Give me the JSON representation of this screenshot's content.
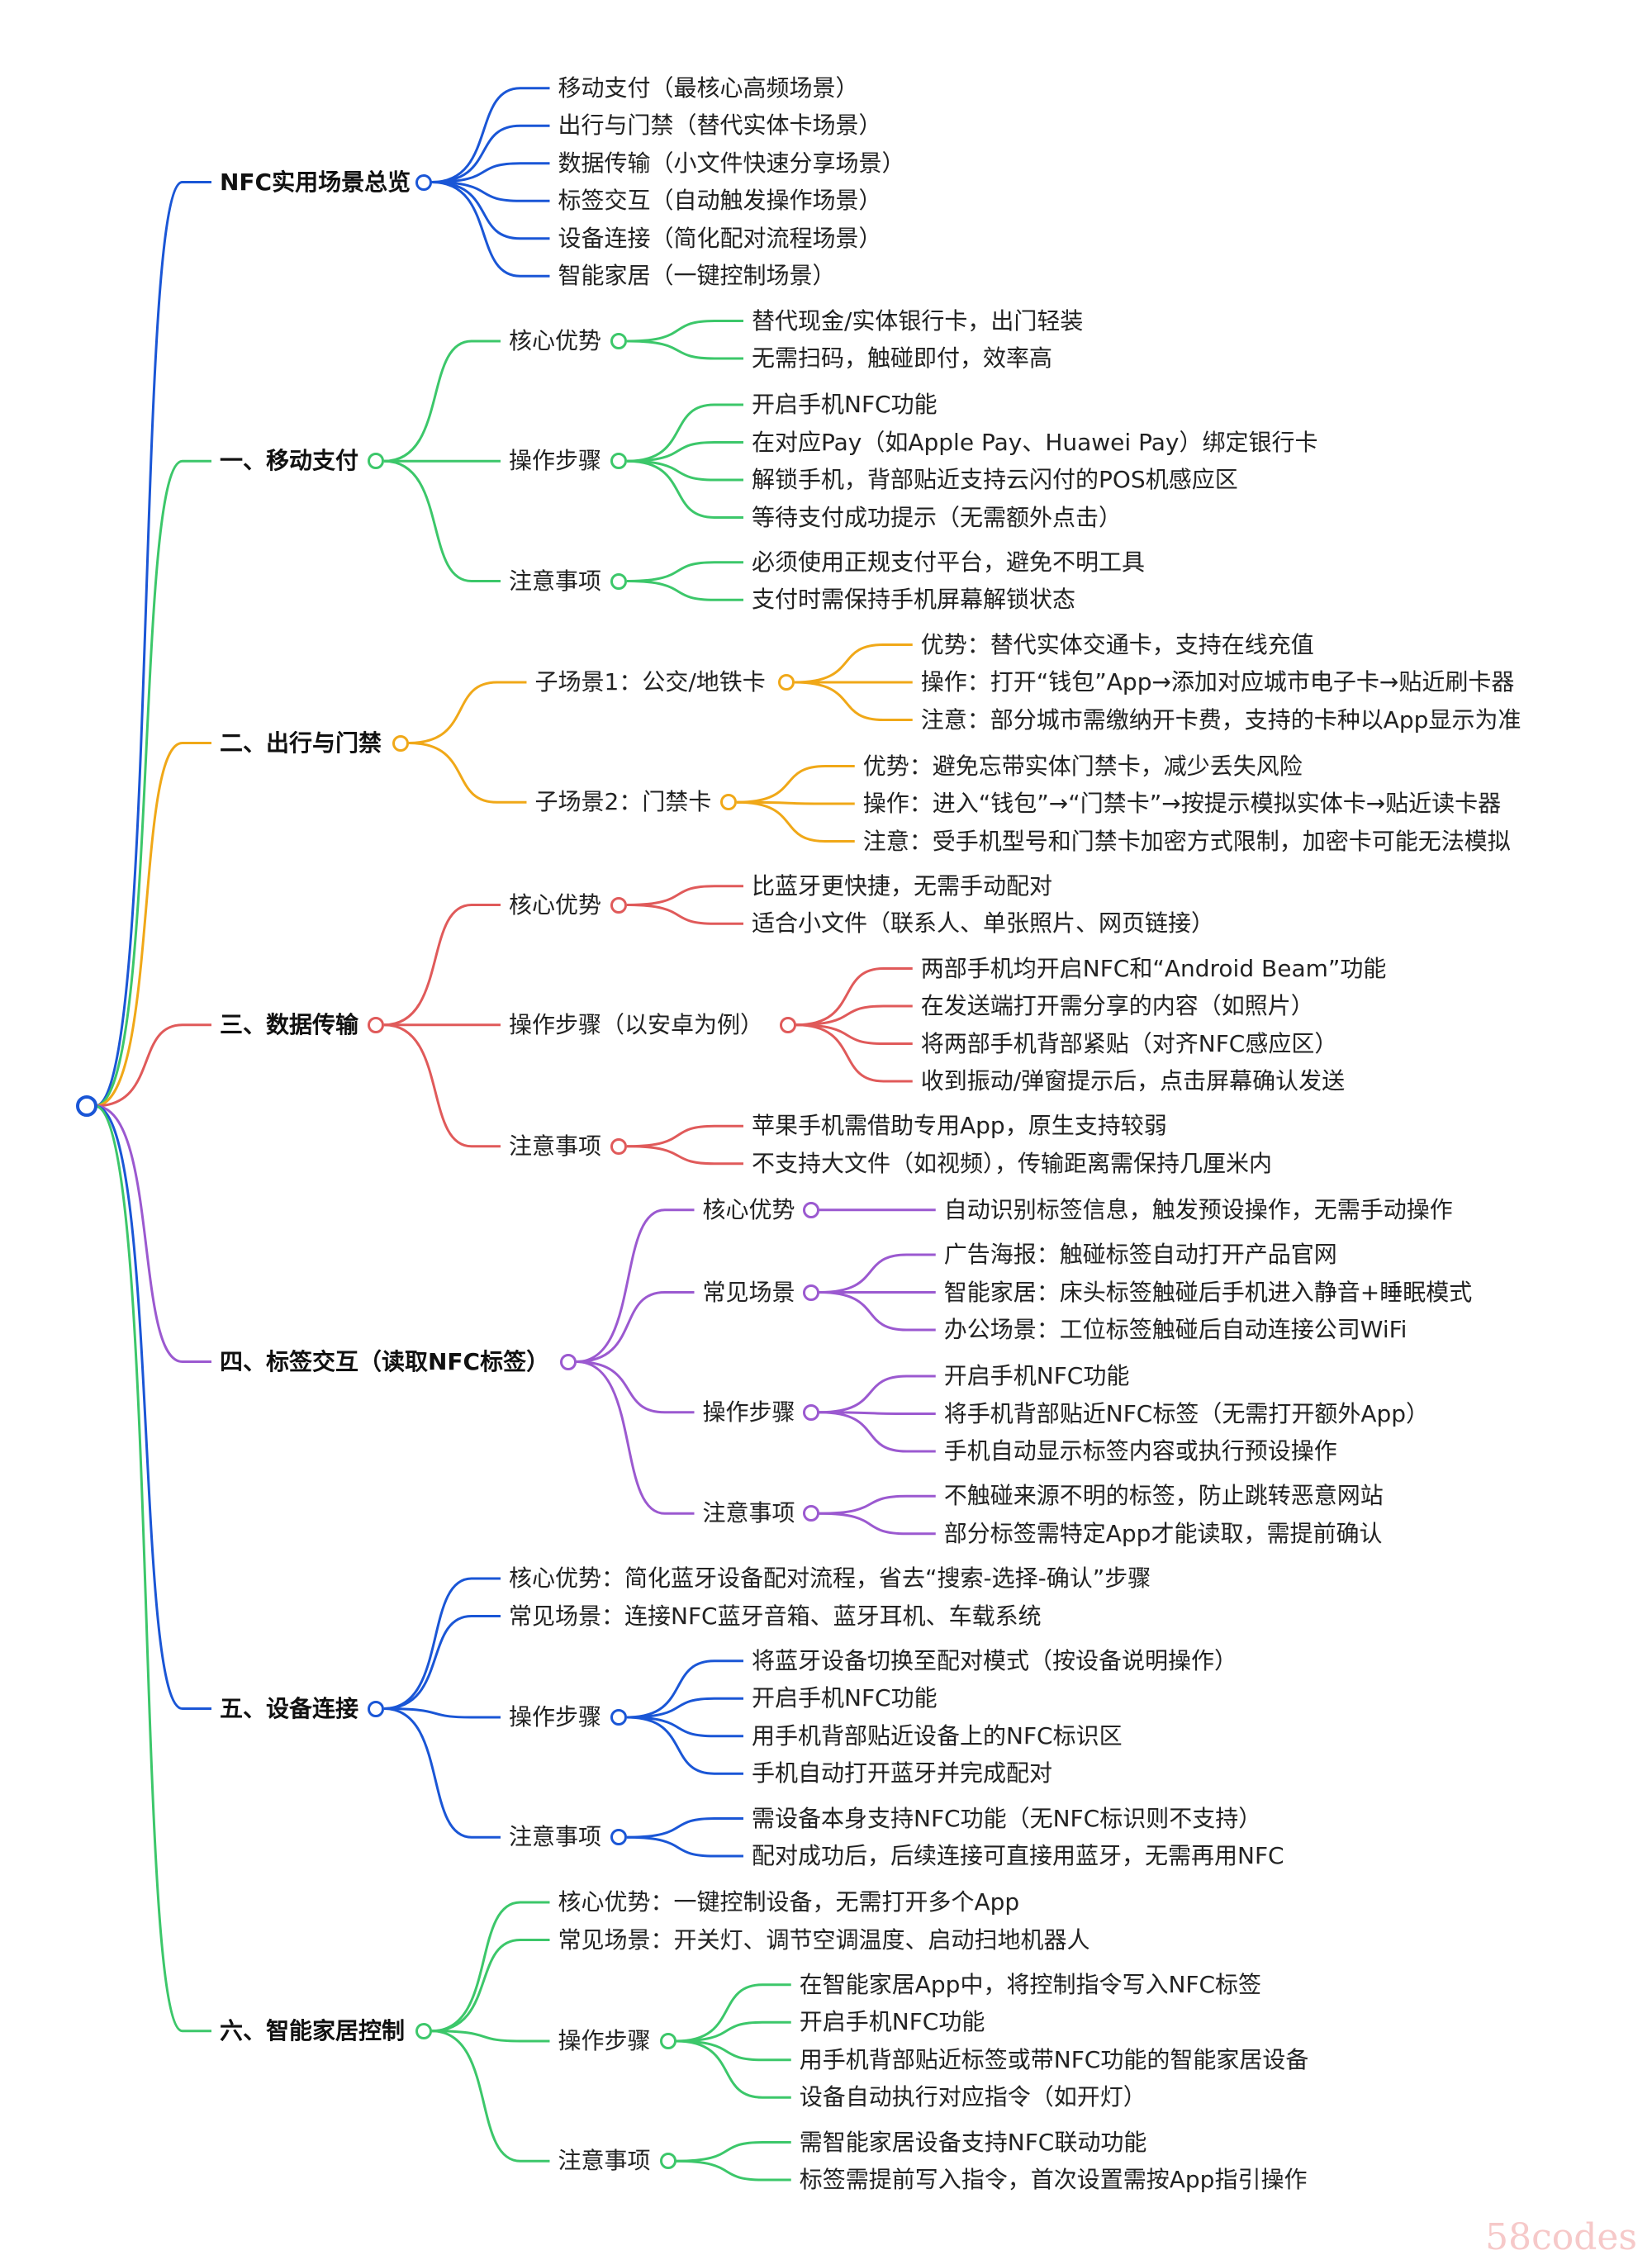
{
  "branches": [
    {
      "label": "NFC实用场景总览",
      "color": "#1a56d6",
      "children": [
        {
          "label": "移动支付（最核心高频场景）"
        },
        {
          "label": "出行与门禁（替代实体卡场景）"
        },
        {
          "label": "数据传输（小文件快速分享场景）"
        },
        {
          "label": "标签交互（自动触发操作场景）"
        },
        {
          "label": "设备连接（简化配对流程场景）"
        },
        {
          "label": "智能家居（一键控制场景）"
        }
      ]
    },
    {
      "label": "一、移动支付",
      "color": "#3cc76a",
      "children": [
        {
          "label": "核心优势",
          "children": [
            {
              "label": "替代现金/实体银行卡，出门轻装"
            },
            {
              "label": "无需扫码，触碰即付，效率高"
            }
          ]
        },
        {
          "label": "操作步骤",
          "children": [
            {
              "label": "开启手机NFC功能"
            },
            {
              "label": "在对应Pay（如Apple Pay、Huawei Pay）绑定银行卡"
            },
            {
              "label": "解锁手机，背部贴近支持云闪付的POS机感应区"
            },
            {
              "label": "等待支付成功提示（无需额外点击）"
            }
          ]
        },
        {
          "label": "注意事项",
          "children": [
            {
              "label": "必须使用正规支付平台，避免不明工具"
            },
            {
              "label": "支付时需保持手机屏幕解锁状态"
            }
          ]
        }
      ]
    },
    {
      "label": "二、出行与门禁",
      "color": "#f0a818",
      "children": [
        {
          "label": "子场景1：公交/地铁卡",
          "children": [
            {
              "label": "优势：替代实体交通卡，支持在线充值"
            },
            {
              "label": "操作：打开“钱包”App→添加对应城市电子卡→贴近刷卡器"
            },
            {
              "label": "注意：部分城市需缴纳开卡费，支持的卡种以App显示为准"
            }
          ]
        },
        {
          "label": "子场景2：门禁卡",
          "children": [
            {
              "label": "优势：避免忘带实体门禁卡，减少丢失风险"
            },
            {
              "label": "操作：进入“钱包”→“门禁卡”→按提示模拟实体卡→贴近读卡器"
            },
            {
              "label": "注意：受手机型号和门禁卡加密方式限制，加密卡可能无法模拟"
            }
          ]
        }
      ]
    },
    {
      "label": "三、数据传输",
      "color": "#e05a5a",
      "children": [
        {
          "label": "核心优势",
          "children": [
            {
              "label": "比蓝牙更快捷，无需手动配对"
            },
            {
              "label": "适合小文件（联系人、单张照片、网页链接）"
            }
          ]
        },
        {
          "label": "操作步骤（以安卓为例）",
          "children": [
            {
              "label": "两部手机均开启NFC和“Android Beam”功能"
            },
            {
              "label": "在发送端打开需分享的内容（如照片）"
            },
            {
              "label": "将两部手机背部紧贴（对齐NFC感应区）"
            },
            {
              "label": "收到振动/弹窗提示后，点击屏幕确认发送"
            }
          ]
        },
        {
          "label": "注意事项",
          "children": [
            {
              "label": "苹果手机需借助专用App，原生支持较弱"
            },
            {
              "label": "不支持大文件（如视频），传输距离需保持几厘米内"
            }
          ]
        }
      ]
    },
    {
      "label": "四、标签交互（读取NFC标签）",
      "color": "#9b59d0",
      "children": [
        {
          "label": "核心优势",
          "children": [
            {
              "label": "自动识别标签信息，触发预设操作，无需手动操作"
            }
          ]
        },
        {
          "label": "常见场景",
          "children": [
            {
              "label": "广告海报：触碰标签自动打开产品官网"
            },
            {
              "label": "智能家居：床头标签触碰后手机进入静音+睡眠模式"
            },
            {
              "label": "办公场景：工位标签触碰后自动连接公司WiFi"
            }
          ]
        },
        {
          "label": "操作步骤",
          "children": [
            {
              "label": "开启手机NFC功能"
            },
            {
              "label": "将手机背部贴近NFC标签（无需打开额外App）"
            },
            {
              "label": "手机自动显示标签内容或执行预设操作"
            }
          ]
        },
        {
          "label": "注意事项",
          "children": [
            {
              "label": "不触碰来源不明的标签，防止跳转恶意网站"
            },
            {
              "label": "部分标签需特定App才能读取，需提前确认"
            }
          ]
        }
      ]
    },
    {
      "label": "五、设备连接",
      "color": "#1a56d6",
      "children": [
        {
          "label": "核心优势：简化蓝牙设备配对流程，省去“搜索-选择-确认”步骤"
        },
        {
          "label": "常见场景：连接NFC蓝牙音箱、蓝牙耳机、车载系统"
        },
        {
          "label": "操作步骤",
          "children": [
            {
              "label": "将蓝牙设备切换至配对模式（按设备说明操作）"
            },
            {
              "label": "开启手机NFC功能"
            },
            {
              "label": "用手机背部贴近设备上的NFC标识区"
            },
            {
              "label": "手机自动打开蓝牙并完成配对"
            }
          ]
        },
        {
          "label": "注意事项",
          "children": [
            {
              "label": "需设备本身支持NFC功能（无NFC标识则不支持）"
            },
            {
              "label": "配对成功后，后续连接可直接用蓝牙，无需再用NFC"
            }
          ]
        }
      ]
    },
    {
      "label": "六、智能家居控制",
      "color": "#3cc76a",
      "children": [
        {
          "label": "核心优势：一键控制设备，无需打开多个App"
        },
        {
          "label": "常见场景：开关灯、调节空调温度、启动扫地机器人"
        },
        {
          "label": "操作步骤",
          "children": [
            {
              "label": "在智能家居App中，将控制指令写入NFC标签"
            },
            {
              "label": "开启手机NFC功能"
            },
            {
              "label": "用手机背部贴近标签或带NFC功能的智能家居设备"
            },
            {
              "label": "设备自动执行对应指令（如开灯）"
            }
          ]
        },
        {
          "label": "注意事项",
          "children": [
            {
              "label": "需智能家居设备支持NFC联动功能"
            },
            {
              "label": "标签需提前写入指令，首次设置需按App指引操作"
            }
          ]
        }
      ]
    }
  ],
  "watermark": "58codes"
}
